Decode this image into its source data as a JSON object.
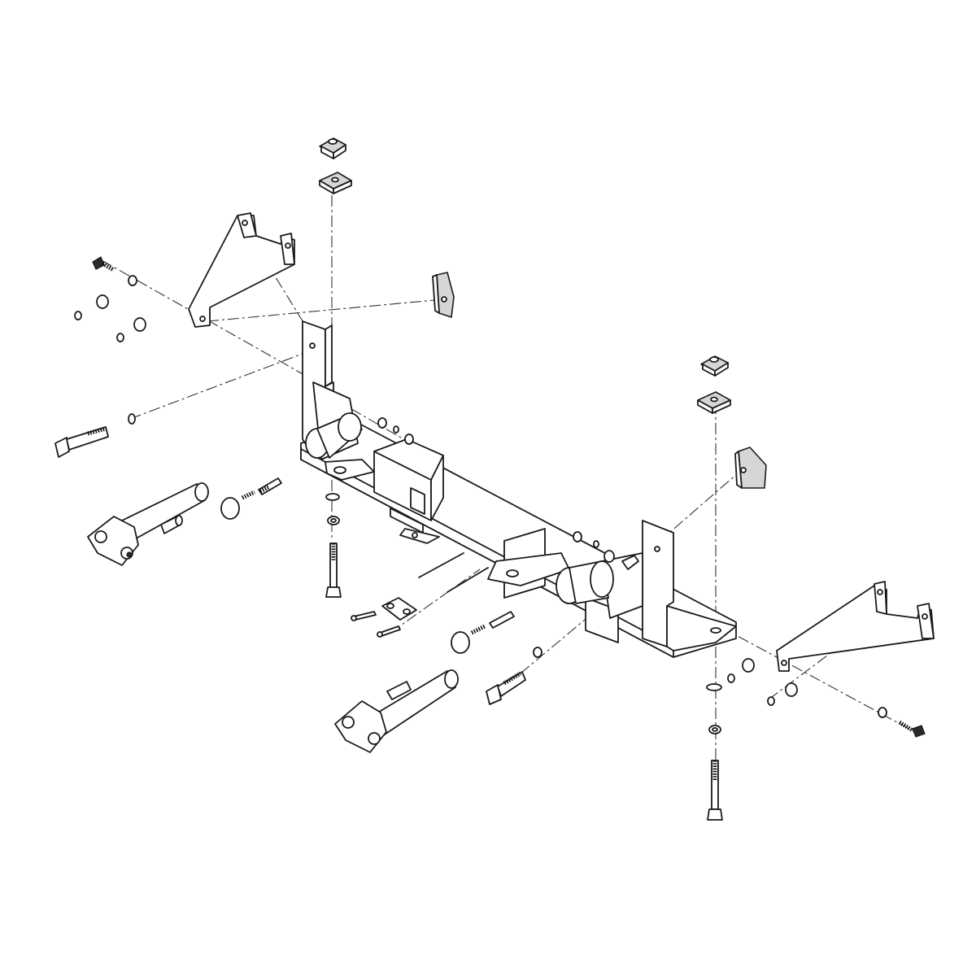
{
  "diagram": {
    "type": "exploded-assembly-line-drawing",
    "colors": {
      "line": "#1a1a1a",
      "shade": "#d6d6d6",
      "background": "#ffffff"
    },
    "parts": [
      "frame-crossmember",
      "left-side-bracket",
      "right-side-bracket",
      "left-mount-plate",
      "right-mount-plate",
      "left-tow-arm",
      "right-tow-arm",
      "square-backing-plate",
      "spacer-block",
      "hex-bolt",
      "flat-washer",
      "lock-nut",
      "safety-pin",
      "retaining-ring",
      "spring",
      "wiring-bracket"
    ]
  }
}
